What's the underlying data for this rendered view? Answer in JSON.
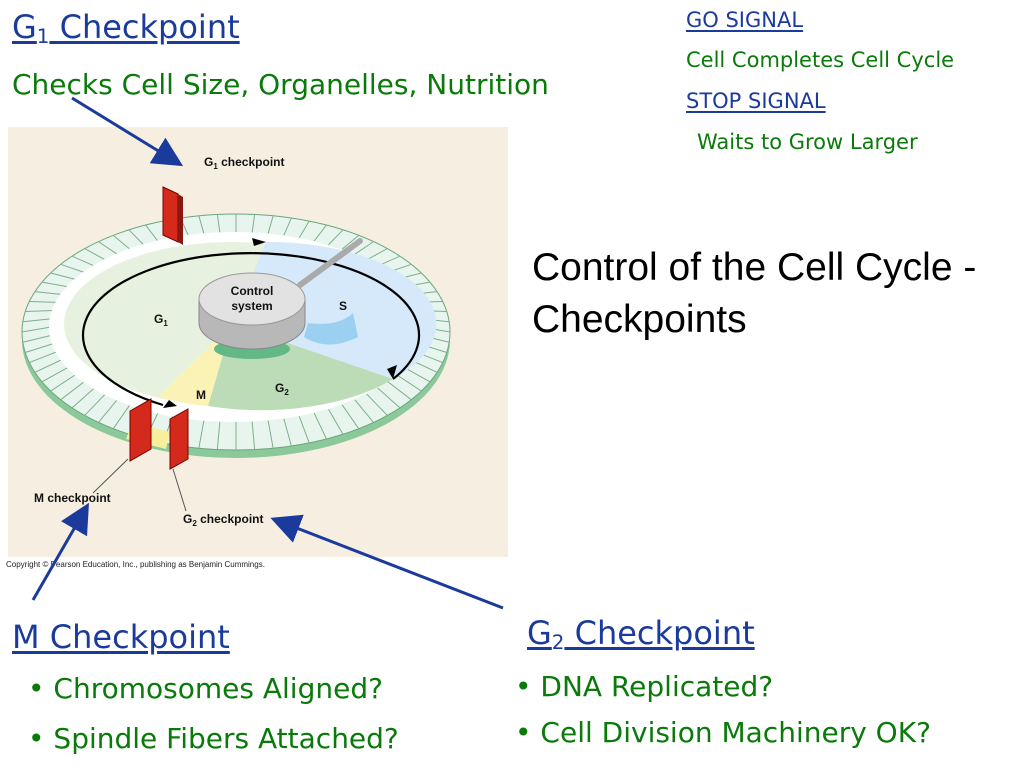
{
  "g1": {
    "heading_main": "G",
    "heading_sub": "1",
    "heading_rest": " Checkpoint",
    "description": "Checks Cell Size, Organelles, Nutrition"
  },
  "signals": {
    "go_label": "GO SIGNAL",
    "go_desc": "Cell Completes Cell Cycle",
    "stop_label": "STOP SIGNAL",
    "stop_desc": "Waits to Grow Larger"
  },
  "title": "Control of the Cell Cycle - Checkpoints",
  "m": {
    "heading": "M Checkpoint",
    "bullets": [
      "• Chromosomes Aligned?",
      "• Spindle Fibers Attached?"
    ]
  },
  "g2": {
    "heading_main": "G",
    "heading_sub": "2",
    "heading_rest": " Checkpoint",
    "bullets": [
      "• DNA Replicated?",
      "• Cell Division Machinery OK?"
    ]
  },
  "diagram": {
    "control_line1": "Control",
    "control_line2": "system",
    "phase_g": "G",
    "phase_g1_sub": "1",
    "phase_g2_sub": "2",
    "phase_s": "S",
    "phase_m": "M",
    "g1_checkpoint": " checkpoint",
    "m_checkpoint": "M checkpoint",
    "g2_checkpoint": " checkpoint",
    "copyright": "Copyright © Pearson Education, Inc., publishing as Benjamin Cummings."
  },
  "colors": {
    "blue_text": "#1a3a9c",
    "green_text": "#0a7a0a",
    "arrow": "#1a3a9c",
    "checkpoint_red": "#d42a1c"
  }
}
